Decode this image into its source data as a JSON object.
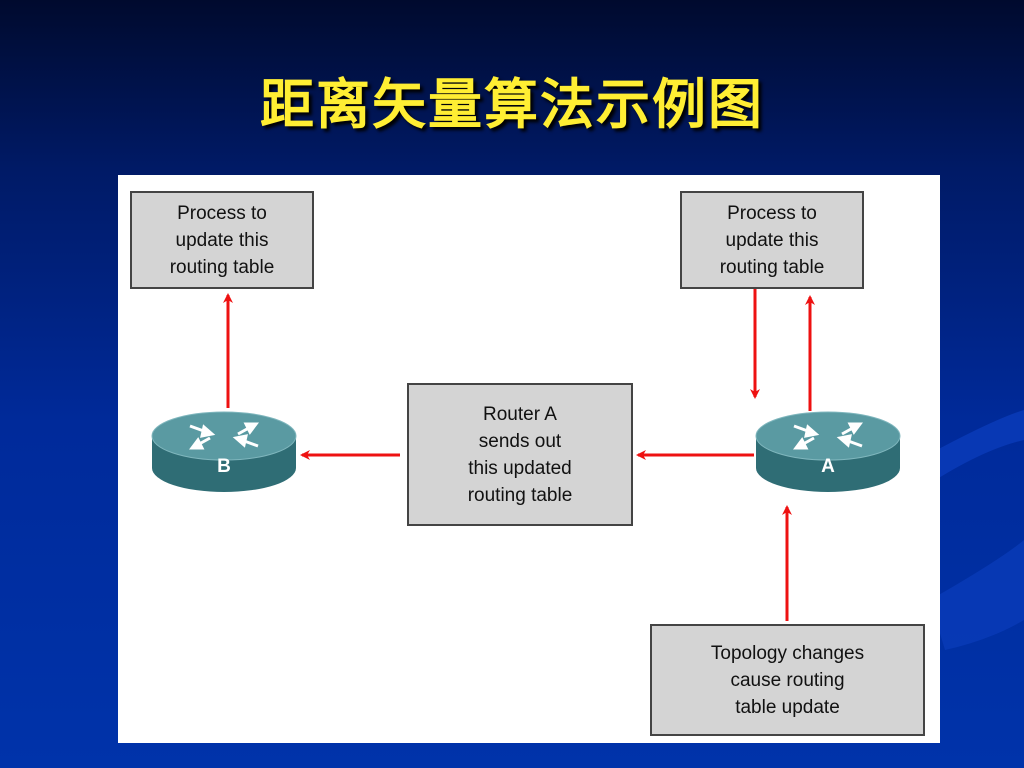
{
  "title": "距离矢量算法示例图",
  "diagram": {
    "box_process_b": "Process to\nupdate this\nrouting table",
    "box_process_a": "Process to\nupdate this\nrouting table",
    "box_router_sends": "Router A\nsends out\nthis updated\nrouting table",
    "box_topology": "Topology changes\ncause routing\ntable update",
    "router_b_label": "B",
    "router_a_label": "A"
  },
  "colors": {
    "arrow": "#ee1111",
    "title": "#ffee33",
    "router": "#3f7f86"
  }
}
